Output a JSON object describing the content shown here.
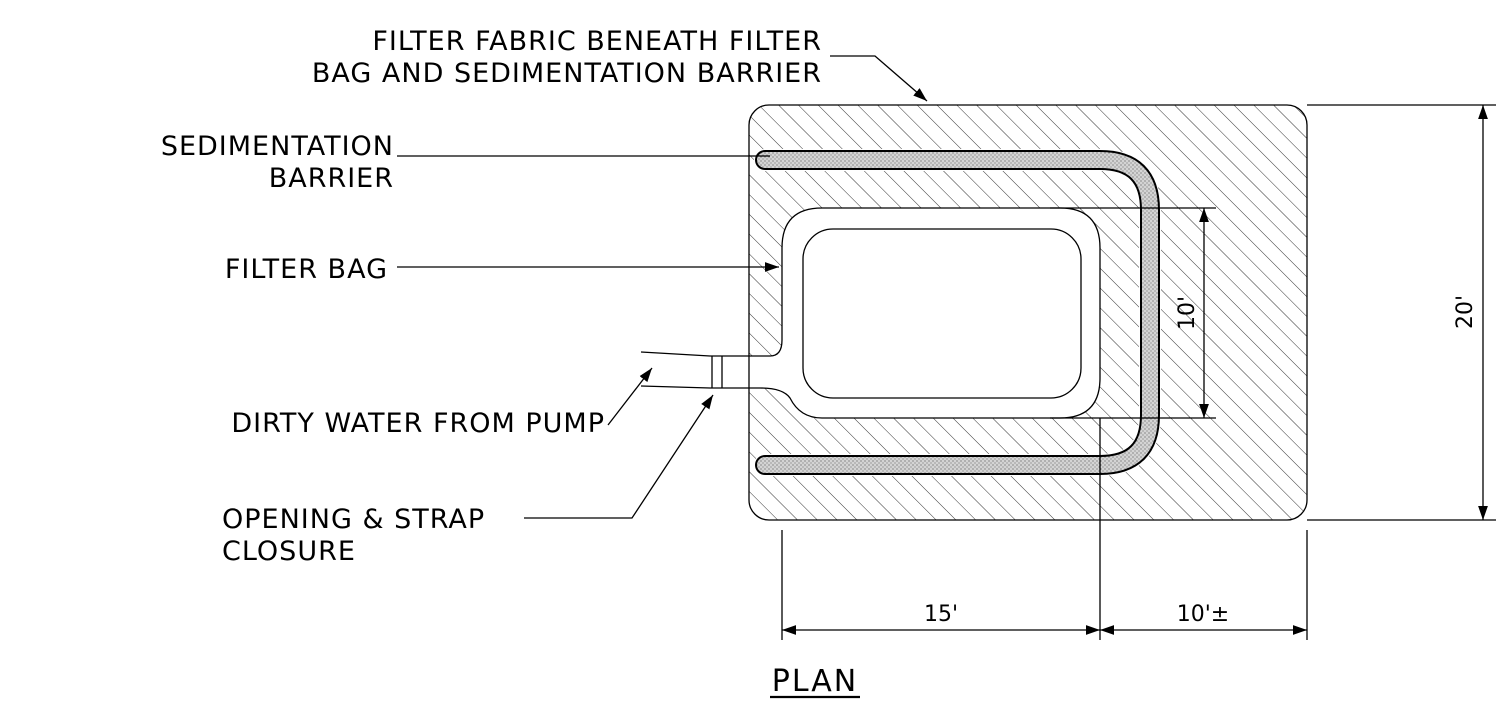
{
  "labels": {
    "filter_fabric_line1": "FILTER FABRIC BENEATH FILTER",
    "filter_fabric_line2": "BAG AND SEDIMENTATION BARRIER",
    "sed_barrier_line1": "SEDIMENTATION",
    "sed_barrier_line2": "BARRIER",
    "filter_bag": "FILTER BAG",
    "dirty_water": "DIRTY WATER FROM PUMP",
    "opening_line1": "OPENING & STRAP",
    "opening_line2": "CLOSURE"
  },
  "dimensions": {
    "bag_width": "15'",
    "clearance": "10'±",
    "bag_height": "10'",
    "fabric_height": "20'"
  },
  "title": "PLAN"
}
